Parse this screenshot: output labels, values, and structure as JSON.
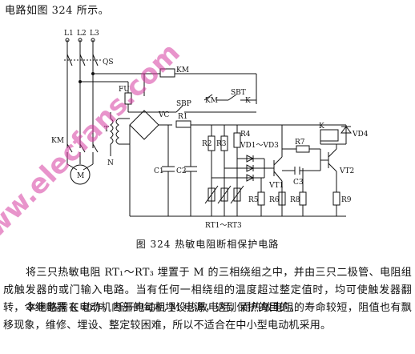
{
  "intro_text": "电路如图 324 所示。",
  "figure_caption": "图 324   热敏电阻断相保护电路",
  "paragraphs": [
    "将三只热敏电阻 RT₁～RT₃ 埋置于 M 的三相绕组之中，并由三只二极管、电阻组成触发器的或门输入电路。当有任何一相绕组的温度超过整定值时，均可使触发器翻转，令继电器 K 动作，断开电动机 M 电源，达到保护的目的。",
    "本电路需在电动机内部的每相埋设热敏电阻，而热敏电阻的寿命较短，阻值也有飘移现象，维修、埋设、整定较困难，所以不适合在中小型电动机采用。"
  ],
  "watermark": "www.elecfans.com",
  "schematic_labels": {
    "L1": "L1",
    "L2": "L2",
    "L3": "L3",
    "QS": "QS",
    "KM_top": "KM",
    "FU": "FU",
    "SBP": "SBP",
    "SBT": "SBT",
    "KM_aux": "KM",
    "K_contact": "K",
    "VC": "VC",
    "R1": "R1",
    "T": "T",
    "N": "N",
    "KM_main": "KM",
    "M": "M",
    "C1": "C1",
    "C2": "C2",
    "R2": "R2",
    "R3": "R3",
    "R4": "R4",
    "VD1_VD3": "VD1～VD3",
    "R7": "R7",
    "K_coil": "K",
    "VD4": "VD4",
    "VT1": "VT1",
    "C3": "C3",
    "VT2": "VT2",
    "R5": "R5",
    "R6": "R6",
    "R8": "R8",
    "R9": "R9",
    "RT1_RT3": "RT1～RT3"
  }
}
